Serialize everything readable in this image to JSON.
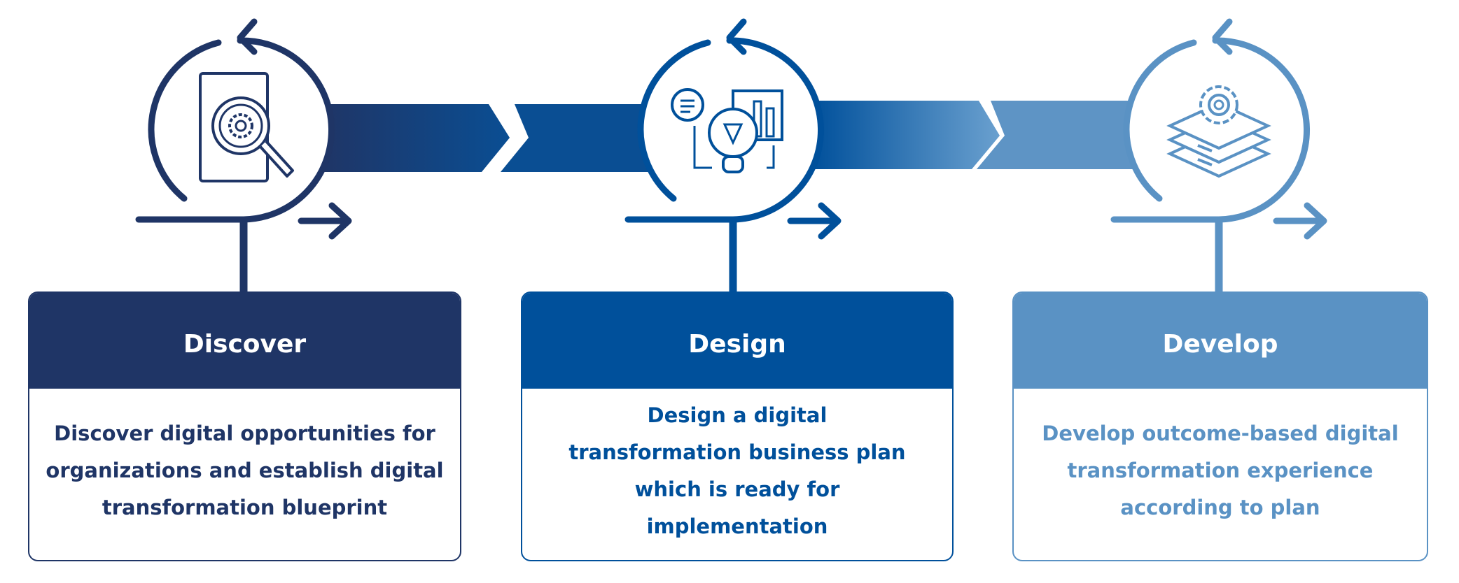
{
  "colors": {
    "discover": "#1f3566",
    "design": "#00509b",
    "develop": "#5a92c4"
  },
  "stages": [
    {
      "title": "Discover",
      "description": "Discover digital opportunities for organizations and establish digital transformation blueprint",
      "icon": "document-search-gear-icon"
    },
    {
      "title": "Design",
      "description": "Design a digital transformation business plan which is ready for implementation",
      "icon": "idea-bulb-chart-icon"
    },
    {
      "title": "Develop",
      "description": "Develop outcome-based digital transformation experience according to plan",
      "icon": "gear-layers-icon"
    }
  ]
}
